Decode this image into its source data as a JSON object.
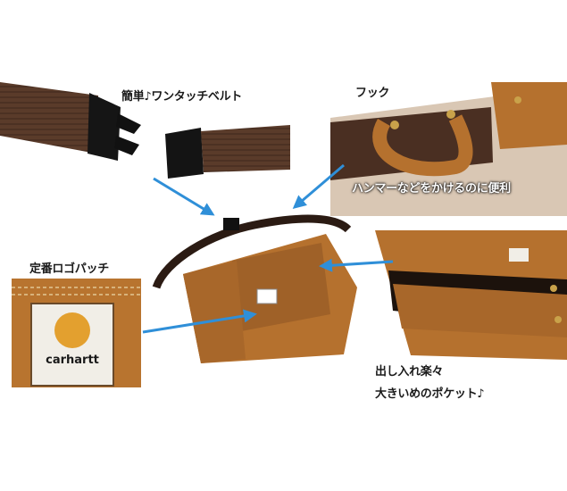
{
  "labels": {
    "buckle": "簡単♪ワンタッチベルト",
    "hook": "フック",
    "hook_caption": "ハンマーなどをかけるのに便利",
    "patch": "定番ロゴパッチ",
    "pocket_line1": "出し入れ楽々",
    "pocket_line2": "大きいめのポケット♪"
  },
  "brand": {
    "patch_text": "carhartt"
  },
  "colors": {
    "arrow": "#2f8fd8",
    "canvas": "#b5712e",
    "strap": "#4a2f22"
  }
}
